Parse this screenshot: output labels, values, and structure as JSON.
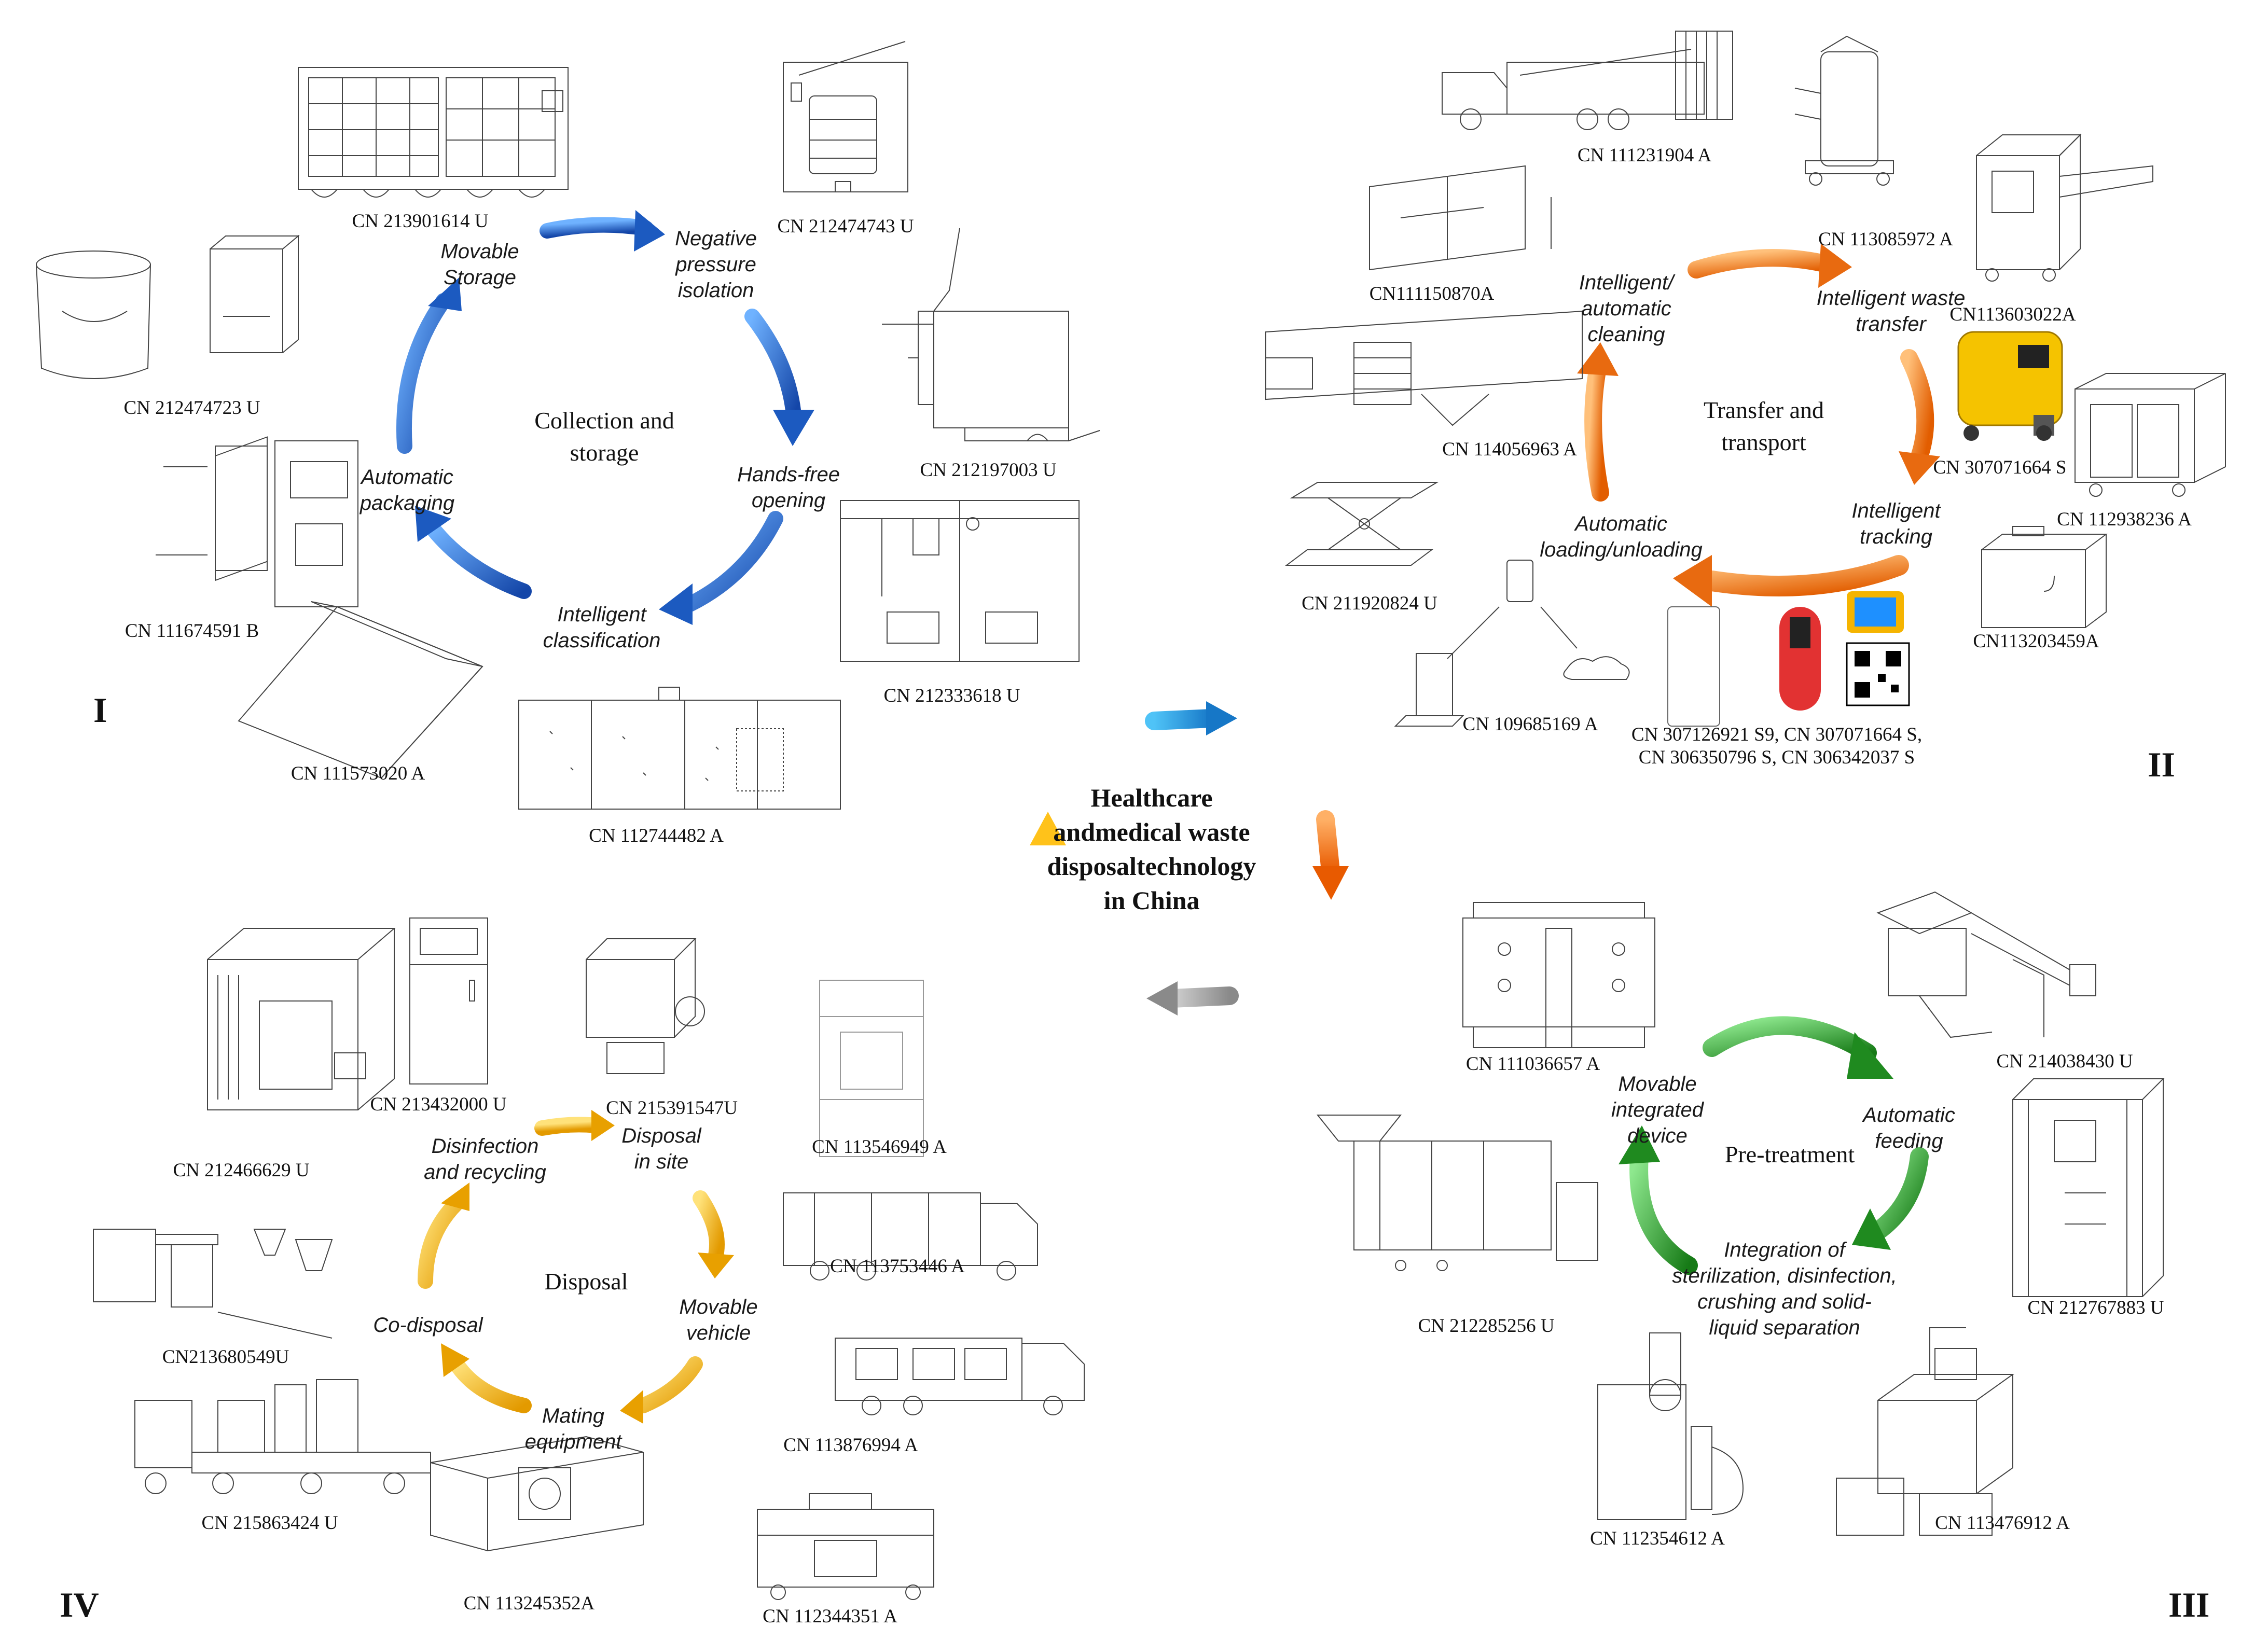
{
  "center_title": [
    "Healthcare",
    "andmedical waste",
    "disposaltechnology",
    "in China"
  ],
  "quadrants": {
    "I": {
      "roman": "I",
      "title": [
        "Collection and",
        "storage"
      ],
      "stages": {
        "movable_storage": [
          "Movable",
          "Storage"
        ],
        "negative_pressure": [
          "Negative",
          "pressure",
          "isolation"
        ],
        "hands_free": [
          "Hands-free",
          "opening"
        ],
        "intelligent_class": [
          "Intelligent",
          "classification"
        ],
        "automatic_packaging": [
          "Automatic",
          "packaging"
        ]
      },
      "patents": {
        "p1": "CN 213901614 U",
        "p2": "CN 212474743 U",
        "p3": "CN 212197003 U",
        "p4": "CN 212333618 U",
        "p5": "CN 112744482 A",
        "p6": "CN 111573020 A",
        "p7": "CN 111674591 B",
        "p8": "CN 212474723 U"
      }
    },
    "II": {
      "roman": "II",
      "title": [
        "Transfer and",
        "transport"
      ],
      "stages": {
        "cleaning": [
          "Intelligent/",
          "automatic",
          "cleaning"
        ],
        "waste_transfer": [
          "Intelligent waste",
          "transfer"
        ],
        "tracking": [
          "Intelligent",
          "tracking"
        ],
        "loading": [
          "Automatic",
          "loading/unloading"
        ]
      },
      "patents": {
        "p1": "CN 111231904 A",
        "p2": "CN 113085972 A",
        "p3": "CN113603022A",
        "p4": "CN 307071664 S",
        "p5": "CN 112938236 A",
        "p6": "CN113203459A",
        "p7": [
          "CN 307126921 S9, CN 307071664 S,",
          "CN 306350796 S, CN 306342037 S"
        ],
        "p8": "CN 109685169 A",
        "p9": "CN 211920824 U",
        "p10": "CN 114056963 A",
        "p11": "CN111150870A"
      }
    },
    "III": {
      "roman": "III",
      "title": "Pre-treatment",
      "stages": {
        "movable_device": [
          "Movable",
          "integrated",
          "device"
        ],
        "automatic_feeding": [
          "Automatic",
          "feeding"
        ],
        "integration": [
          "Integration of",
          "sterilization, disinfection,",
          "crushing and solid-",
          "liquid separation"
        ]
      },
      "patents": {
        "p1": "CN 111036657 A",
        "p2": "CN 214038430 U",
        "p3": "CN 212767883 U",
        "p4": "CN 113476912 A",
        "p5": "CN 112354612 A",
        "p6": "CN 212285256 U"
      }
    },
    "IV": {
      "roman": "IV",
      "title": "Disposal",
      "stages": {
        "disinfection": [
          "Disinfection",
          "and recycling"
        ],
        "in_site": [
          "Disposal",
          "in site"
        ],
        "movable_vehicle": [
          "Movable",
          "vehicle"
        ],
        "mating": [
          "Mating",
          "equipment"
        ],
        "co_disposal": "Co-disposal"
      },
      "patents": {
        "p1": "CN 213432000 U",
        "p2": "CN 215391547U",
        "p3": "CN 113546949 A",
        "p4": "CN 113753446 A",
        "p5": "CN 113876994 A",
        "p6": "CN 112344351 A",
        "p7": "CN 113245352A",
        "p8": "CN 215863424 U",
        "p9": "CN213680549U",
        "p10": "CN 212466629 U"
      }
    }
  },
  "colors": {
    "blue": "#1f63c9",
    "blue_light": "#4a90e2",
    "orange": "#f07a1e",
    "orange_light": "#ffae5c",
    "green": "#2e9e2e",
    "green_light": "#6dd36d",
    "yellow": "#f5b400",
    "yellow_light": "#ffd84d",
    "grey": "#9a9a9a",
    "sky": "#1e9bd7"
  }
}
